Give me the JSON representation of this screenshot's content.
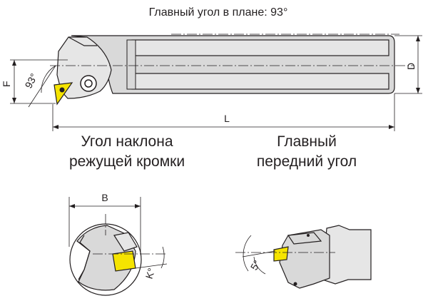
{
  "title": "Главный угол в плане: 93°",
  "main_view": {
    "angle_label": "93°",
    "dim_F": "F",
    "dim_D": "D",
    "dim_L": "L"
  },
  "captions": {
    "left_line1": "Угол наклона",
    "left_line2": "режущей кромки",
    "right_line1": "Главный",
    "right_line2": "передний угол"
  },
  "left_view": {
    "dim_B": "B",
    "angle_label": "K°"
  },
  "right_view": {
    "angle_label": "5°"
  },
  "colors": {
    "insert": "#f5e400",
    "body": "#d9d9d9",
    "line": "#231f20"
  }
}
